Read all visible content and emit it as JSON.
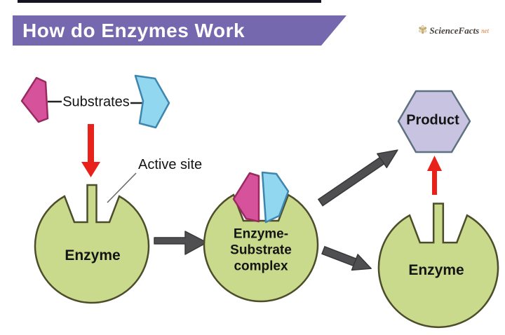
{
  "banner": {
    "title": "How do Enzymes Work"
  },
  "logo": {
    "brand": "ScienceFacts",
    "tld": "net",
    "icon": "atom-flower-icon"
  },
  "diagram": {
    "substrates_label": "Substrates",
    "active_site_label": "Active site",
    "enzyme_label": "Enzyme",
    "complex_label": "Enzyme-\nSubstrate\ncomplex",
    "product_label": "Product",
    "enzyme_final_label": "Enzyme"
  },
  "colors": {
    "banner_purple": "#7668ae",
    "top_strip": "#17121f",
    "enzyme_green": "#c9da8c",
    "enzyme_border": "#4d4d2b",
    "substrate_pink": "#d6539b",
    "substrate_pink_border": "#99295f",
    "substrate_blue": "#92d7f0",
    "substrate_blue_border": "#3e86ad",
    "product_lavender": "#c7c3e0",
    "product_border": "#5e7181",
    "arrow_red": "#e8211a",
    "arrow_gray": "#4f4f52",
    "text_dark": "#141414"
  }
}
